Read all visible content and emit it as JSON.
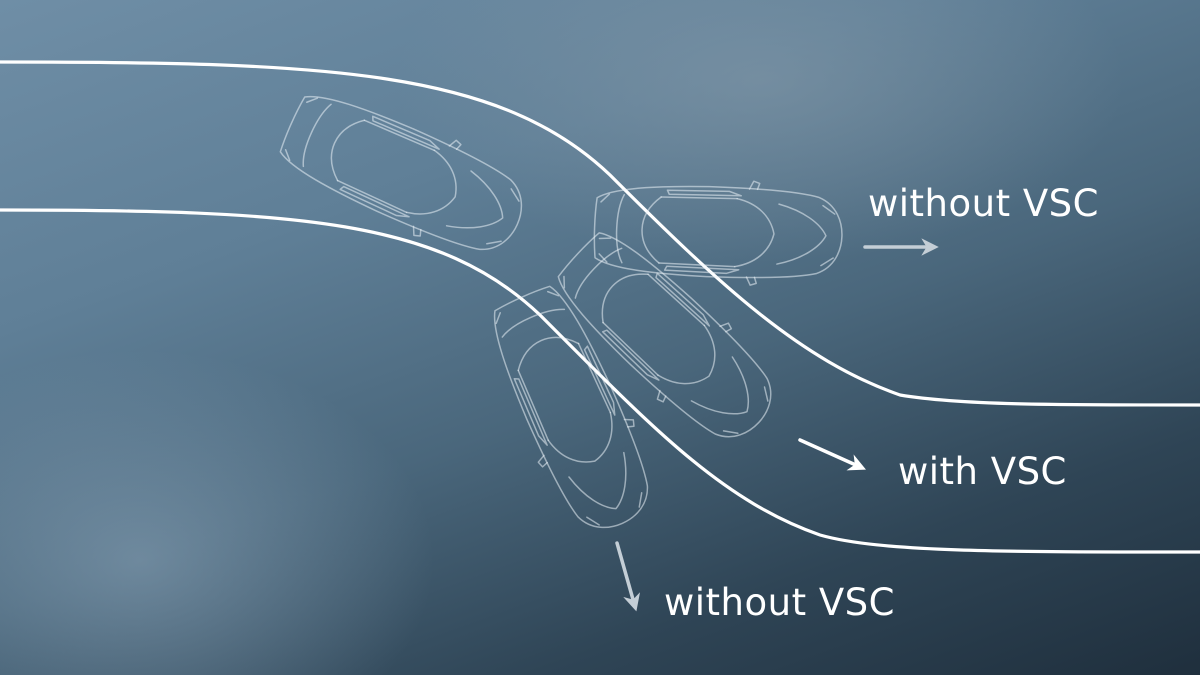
{
  "labels": {
    "top_right": "without VSC",
    "middle_right": "with VSC",
    "bottom": "without VSC"
  },
  "colors": {
    "road_line": "#ffffff",
    "car_outline": "rgba(235,242,248,0.55)",
    "arrow_light": "#c4ced6",
    "arrow_white": "#ffffff"
  }
}
